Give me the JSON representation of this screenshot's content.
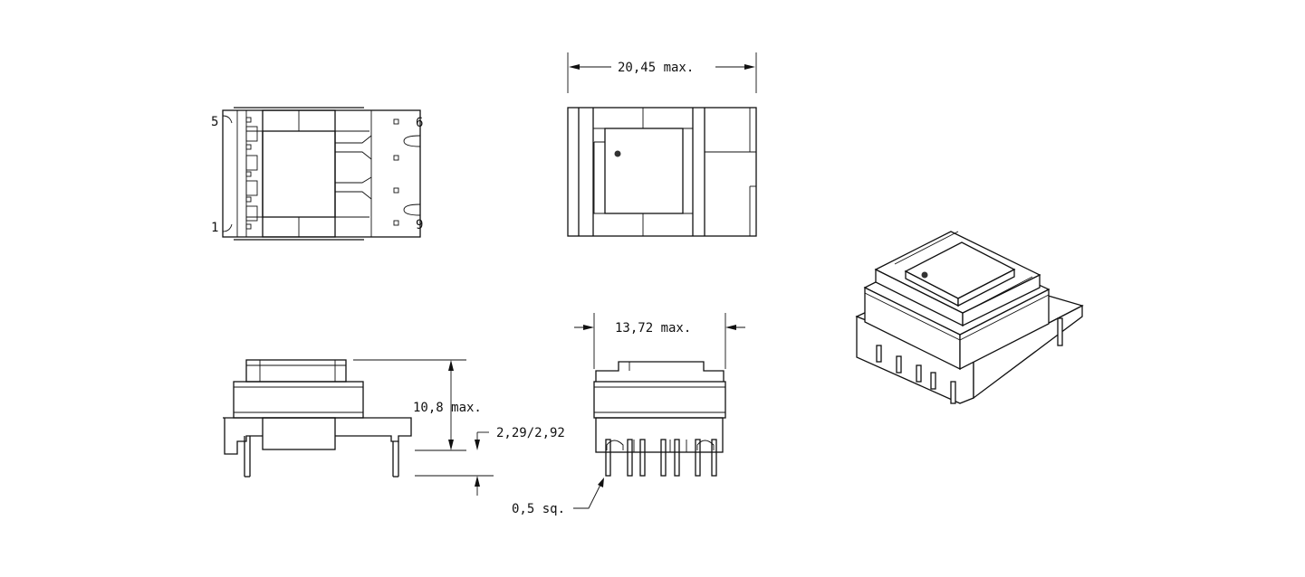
{
  "dimensions": {
    "width": "20,45 max.",
    "depth": "13,72 max.",
    "height": "10,8 max.",
    "standoff": "2,29/2,92",
    "pin_size": "0,5 sq."
  },
  "pins": {
    "pin_1": "1",
    "pin_5": "5",
    "pin_6": "6",
    "pin_9": "9"
  },
  "colors": {
    "line": "#111111",
    "background": "#ffffff"
  }
}
